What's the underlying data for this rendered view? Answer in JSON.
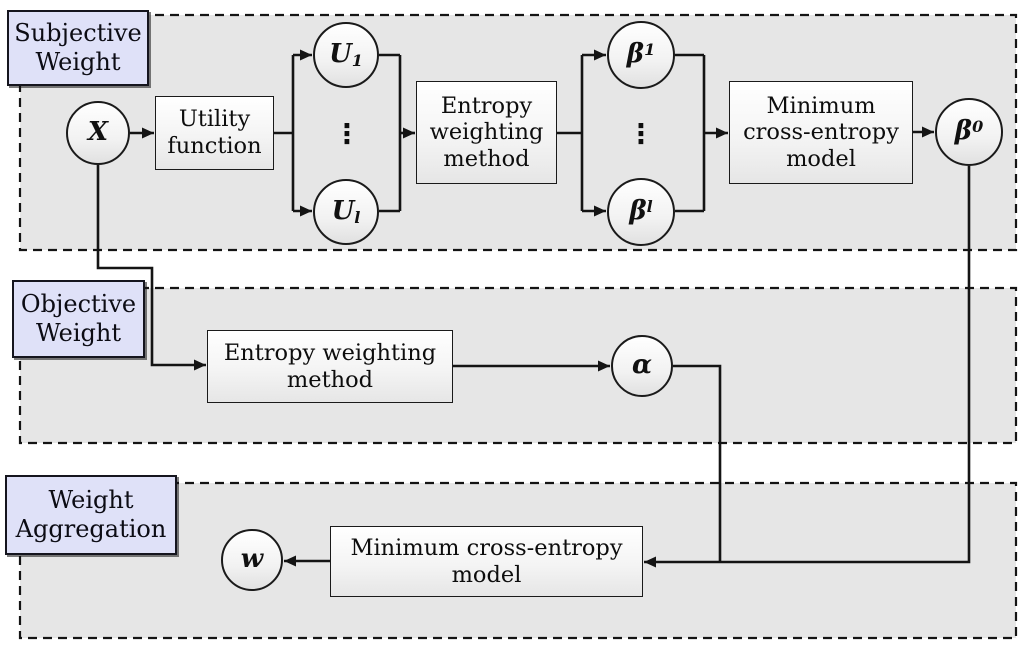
{
  "sections": [
    {
      "label": "Subjective Weight"
    },
    {
      "label": "Objective Weight"
    },
    {
      "label": "Weight Aggregation"
    }
  ],
  "nodes": {
    "x": {
      "base": "X"
    },
    "utility": {
      "label": "Utility function"
    },
    "u1": {
      "base": "U",
      "sub": "1"
    },
    "ul": {
      "base": "U",
      "sub": "l"
    },
    "entropy_top": {
      "label": "Entropy weighting method"
    },
    "beta1": {
      "base": "β",
      "sup": "1"
    },
    "beta_l": {
      "base": "β",
      "sup": "l"
    },
    "mince_top": {
      "label": "Minimum cross-entropy model"
    },
    "beta0": {
      "base": "β",
      "sup": "0"
    },
    "entropy_mid": {
      "label": "Entropy weighting method"
    },
    "alpha": {
      "base": "α"
    },
    "mince_bottom": {
      "label": "Minimum cross-entropy model"
    },
    "w": {
      "base": "w"
    }
  },
  "misc": {
    "ellipsis": "⋮"
  },
  "colors": {
    "label-fill": "#dfe1f8",
    "section-fill": "#e6e6e6",
    "line": "#141414",
    "node-border": "#1a1a1a",
    "page-bg": "#ffffff"
  }
}
